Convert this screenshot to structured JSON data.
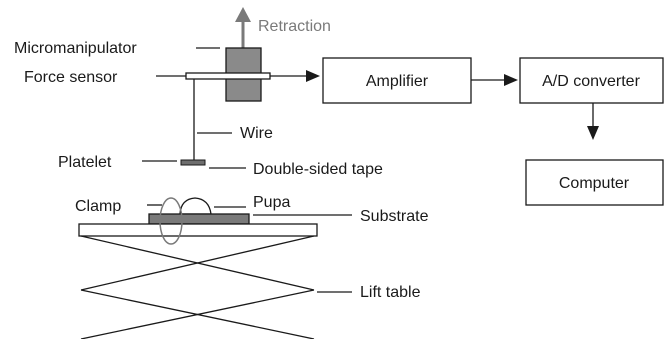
{
  "labels": {
    "retraction": "Retraction",
    "micromanipulator": "Micromanipulator",
    "force_sensor": "Force sensor",
    "wire": "Wire",
    "platelet": "Platelet",
    "tape": "Double-sided tape",
    "clamp": "Clamp",
    "pupa": "Pupa",
    "substrate": "Substrate",
    "lift_table": "Lift table"
  },
  "blocks": {
    "amplifier": "Amplifier",
    "ad_converter": "A/D converter",
    "computer": "Computer"
  },
  "colors": {
    "stroke": "#1a1a1a",
    "manipulator_fill": "#8a8a8a",
    "retraction_arrow": "#7a7a7a",
    "tape_fill": "#6e6e6e",
    "substrate_fill": "#7a7a7a"
  }
}
